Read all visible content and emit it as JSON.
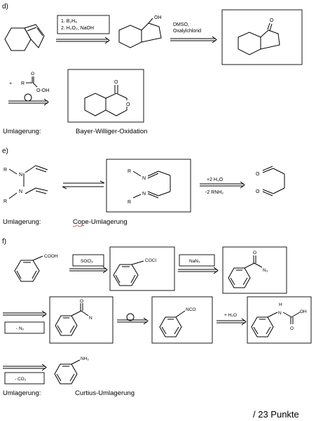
{
  "sections": {
    "d": {
      "label": "d)",
      "reagents_step1": [
        "1. B₂H₆",
        "2. H₂O₂, NaOH"
      ],
      "atom_oh": "OH",
      "reagents_step2": [
        "DMSO,",
        "Oxalylchlorid"
      ],
      "atom_ketone_o": "O",
      "peracid_plus": "+",
      "peracid_r": "R",
      "peracid_o_top": "O",
      "peracid_ooh": "O-OH",
      "lactone_o_carbonyl": "O",
      "lactone_o_ring": "O",
      "rearrangement_label": "Umlagerung:",
      "rearrangement_name": "Bayer-Williger-Oxidation"
    },
    "e": {
      "label": "e)",
      "atom_r1": "R",
      "atom_n1": "N",
      "atom_n2": "N",
      "atom_r2": "R",
      "box_r1": "R",
      "box_n1": "N",
      "box_n2": "N",
      "box_r2": "R",
      "reagent_top": "+2 H₂O",
      "reagent_bottom": "-2 RNH₂",
      "product_o1": "O",
      "product_o2": "O",
      "rearrangement_label": "Umlagerung:",
      "rearrangement_name": "Cope-Umlagerung"
    },
    "f": {
      "label": "f)",
      "cooh": "COOH",
      "reagent_socl2": "SOCl₂",
      "cocl": "COCl",
      "reagent_nan3": "NaN₃",
      "azide_o": "O",
      "azide_n3": "N₃",
      "minus_n2": "- N₂",
      "nitrene_o": "O",
      "nitrene_n": "N",
      "nco": "NCO",
      "plus_h2o": "+ H₂O",
      "carbamic_h": "H",
      "carbamic_n": "N",
      "carbamic_oh": "OH",
      "carbamic_o": "O",
      "minus_co2": "- CO₂",
      "nh2": "NH₂",
      "rearrangement_label": "Umlagerung:",
      "rearrangement_name": "Curtius-Umlagerung"
    }
  },
  "footer": {
    "points": "/ 23 Punkte"
  }
}
